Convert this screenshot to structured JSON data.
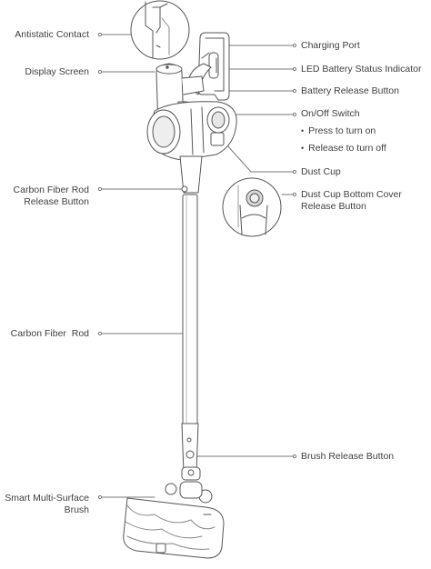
{
  "labels": {
    "antistatic_contact": "Antistatic Contact",
    "display_screen": "Display Screen",
    "carbon_rod_release_line1": "Carbon Fiber Rod",
    "carbon_rod_release_line2": "Release Button",
    "carbon_fiber_rod": "Carbon Fiber  Rod",
    "smart_brush_line1": "Smart Multi-Surface",
    "smart_brush_line2": "Brush",
    "charging_port": "Charging Port",
    "led_indicator": "LED Battery Status Indicator",
    "battery_release": "Battery Release Button",
    "on_off_switch": "On/Off Switch",
    "press_on": "Press to turn on",
    "release_off": "Release to turn off",
    "dust_cup": "Dust Cup",
    "dust_cup_cover_line1": "Dust Cup Bottom Cover",
    "dust_cup_cover_line2": "Release Button",
    "brush_release": "Brush Release Button"
  },
  "colors": {
    "line": "#555555",
    "text": "#3f3f3f",
    "fill": "#ffffff",
    "shade": "#d8d8d8"
  }
}
